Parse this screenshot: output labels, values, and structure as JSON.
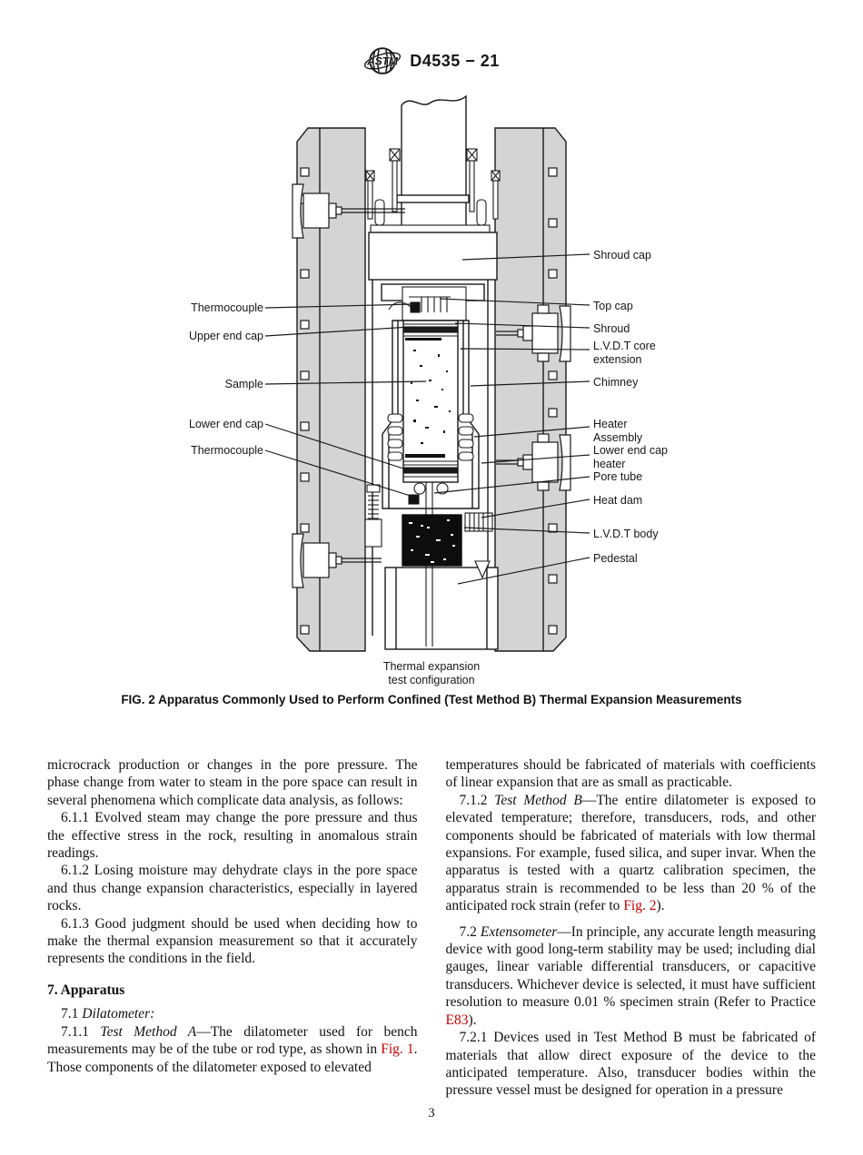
{
  "header": {
    "logo_text": "ASTM",
    "designation": "D4535 − 21"
  },
  "colors": {
    "link_red": "#c00000",
    "steel_gray": "#d4d4d4",
    "line_black": "#1a1a1a"
  },
  "figure": {
    "labels_left": [
      {
        "text": "Thermocouple"
      },
      {
        "text": "Upper end cap"
      },
      {
        "text": "Sample"
      },
      {
        "text": "Lower end cap"
      },
      {
        "text": "Thermocouple"
      }
    ],
    "labels_right": [
      {
        "text": "Shroud cap"
      },
      {
        "text": "Top cap"
      },
      {
        "text": "Shroud"
      },
      {
        "text": "L.V.D.T core extension"
      },
      {
        "text": "Chimney"
      },
      {
        "text": "Heater Assembly"
      },
      {
        "text": "Lower end cap heater"
      },
      {
        "text": "Pore tube"
      },
      {
        "text": "Heat dam"
      },
      {
        "text": "L.V.D.T body"
      },
      {
        "text": "Pedestal"
      }
    ],
    "config_caption_line1": "Thermal expansion",
    "config_caption_line2": "test configuration",
    "fig_caption": "FIG. 2  Apparatus Commonly Used to Perform Confined (Test Method B) Thermal Expansion Measurements"
  },
  "body": {
    "left": {
      "p0": "microcrack production or changes in the pore pressure. The phase change from water to steam in the pore space can result in several phenomena which complicate data analysis, as follows:",
      "p611": "6.1.1  Evolved steam may change the pore pressure and thus the effective stress in the rock, resulting in anomalous strain readings.",
      "p612": "6.1.2  Losing moisture may dehydrate clays in the pore space and thus change expansion characteristics, especially in layered rocks.",
      "p613": "6.1.3  Good judgment should be used when deciding how to make the thermal expansion measurement so that it accurately represents the conditions in the field.",
      "h7": "7.  Apparatus",
      "p71_num": "7.1 ",
      "p71_it": "Dilatometer:",
      "p711_num": "7.1.1 ",
      "p711_it": "Test Method A",
      "p711_a": "—The dilatometer used for bench measurements may be of the tube or rod type, as shown in ",
      "p711_link": "Fig. 1",
      "p711_b": ". Those components of the dilatometer exposed to elevated"
    },
    "right": {
      "p0": "temperatures should be fabricated of materials with coefficients of linear expansion that are as small as practicable.",
      "p712_num": "7.1.2 ",
      "p712_it": "Test Method B",
      "p712_a": "—The entire dilatometer is exposed to elevated temperature; therefore, transducers, rods, and other components should be fabricated of materials with low thermal expansions. For example, fused silica, and super invar. When the apparatus is tested with a quartz calibration specimen, the apparatus strain is recommended to be less than 20 % of the anticipated rock strain (refer to ",
      "p712_link": "Fig. 2",
      "p712_b": ").",
      "p72_num": "7.2 ",
      "p72_it": "Extensometer",
      "p72_a": "—In principle, any accurate length measuring device with good long-term stability may be used; including dial gauges, linear variable differential transducers, or capacitive transducers. Whichever device is selected, it must have sufficient resolution to measure 0.01 % specimen strain (Refer to Practice ",
      "p72_link": "E83",
      "p72_b": ").",
      "p721": "7.2.1  Devices used in Test Method B must be fabricated of materials that allow direct exposure of the device to the anticipated temperature. Also, transducer bodies within the pressure vessel must be designed for operation in a pressure"
    }
  },
  "page_number": "3"
}
